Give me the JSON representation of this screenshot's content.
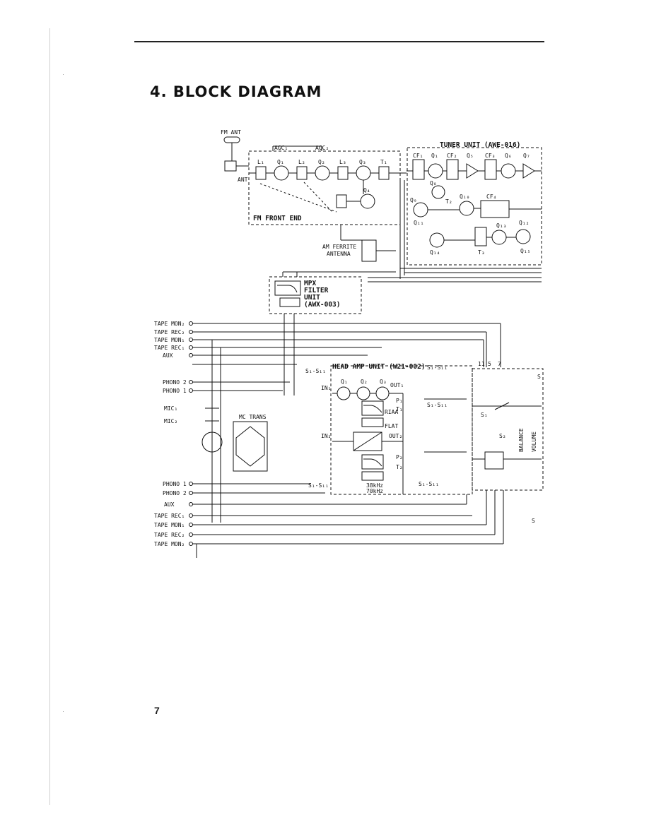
{
  "page": {
    "title": "4. BLOCK DIAGRAM",
    "page_number": "7"
  },
  "blocks": {
    "tuner": "TUNER UNIT (AWE-016)",
    "fm_front_end": "FM FRONT END",
    "mpx_filter": [
      "MPX",
      "FILTER",
      "UNIT",
      "(AWX-003)"
    ],
    "head_amp": "HEAD AMP UNIT (W21-002)",
    "mc_trans": "MC TRANS"
  },
  "antenna": {
    "fm_ant": "FM ANT",
    "ant": "ANT",
    "am_ferrite": [
      "AM FERRITE",
      "ANTENNA"
    ]
  },
  "inputs_top": [
    "TAPE MON₂",
    "TAPE REC₂",
    "TAPE MON₁",
    "TAPE REC₁",
    "AUX",
    "PHONO 2",
    "PHONO 1",
    "MIC₁",
    "MIC₂"
  ],
  "inputs_bottom": [
    "PHONO 1",
    "PHONO 2",
    "AUX",
    "TAPE REC₁",
    "TAPE MON₁",
    "TAPE REC₂",
    "TAPE MON₂"
  ],
  "controls": {
    "balance": "BALANCE",
    "volume": "VOLUME"
  },
  "tuner_parts": {
    "front_end": [
      "L₁",
      "Q₁",
      "L₂",
      "Q₂",
      "L₃",
      "Q₃",
      "T₁",
      "Q₄"
    ],
    "agc": [
      "AGC₁",
      "AGC₂"
    ],
    "if_chain": [
      "CF₁",
      "Q₁",
      "CF₂",
      "Q₅",
      "CF₃",
      "Q₆",
      "Q₇"
    ],
    "am_section": [
      "Q₈",
      "Q₉",
      "T₂",
      "Q₁₀",
      "Q₁₁",
      "CF₄",
      "Q₁₂",
      "Q₁₃",
      "T₃",
      "Q₁₄",
      "Q₁₅"
    ]
  },
  "headamp_parts": {
    "upper": [
      "IN₁",
      "Q₁",
      "Q₂",
      "Q₃",
      "OUT₁",
      "RIAA",
      "FLAT",
      "P₁",
      "T₁"
    ],
    "lower": [
      "IN₂",
      "OUT₂",
      "P₂",
      "T₂"
    ],
    "band": [
      "38kHz",
      "70kHz"
    ]
  },
  "switches": [
    "S₁-S₁₁",
    "S₁-S₁₁",
    "S₁-S₁₁",
    "S₁-S₁₁",
    "S₁-S₁₁",
    "S₁",
    "S₂"
  ],
  "edge_labels": [
    "S",
    "S"
  ],
  "terminals": [
    "11",
    "5",
    "7"
  ]
}
